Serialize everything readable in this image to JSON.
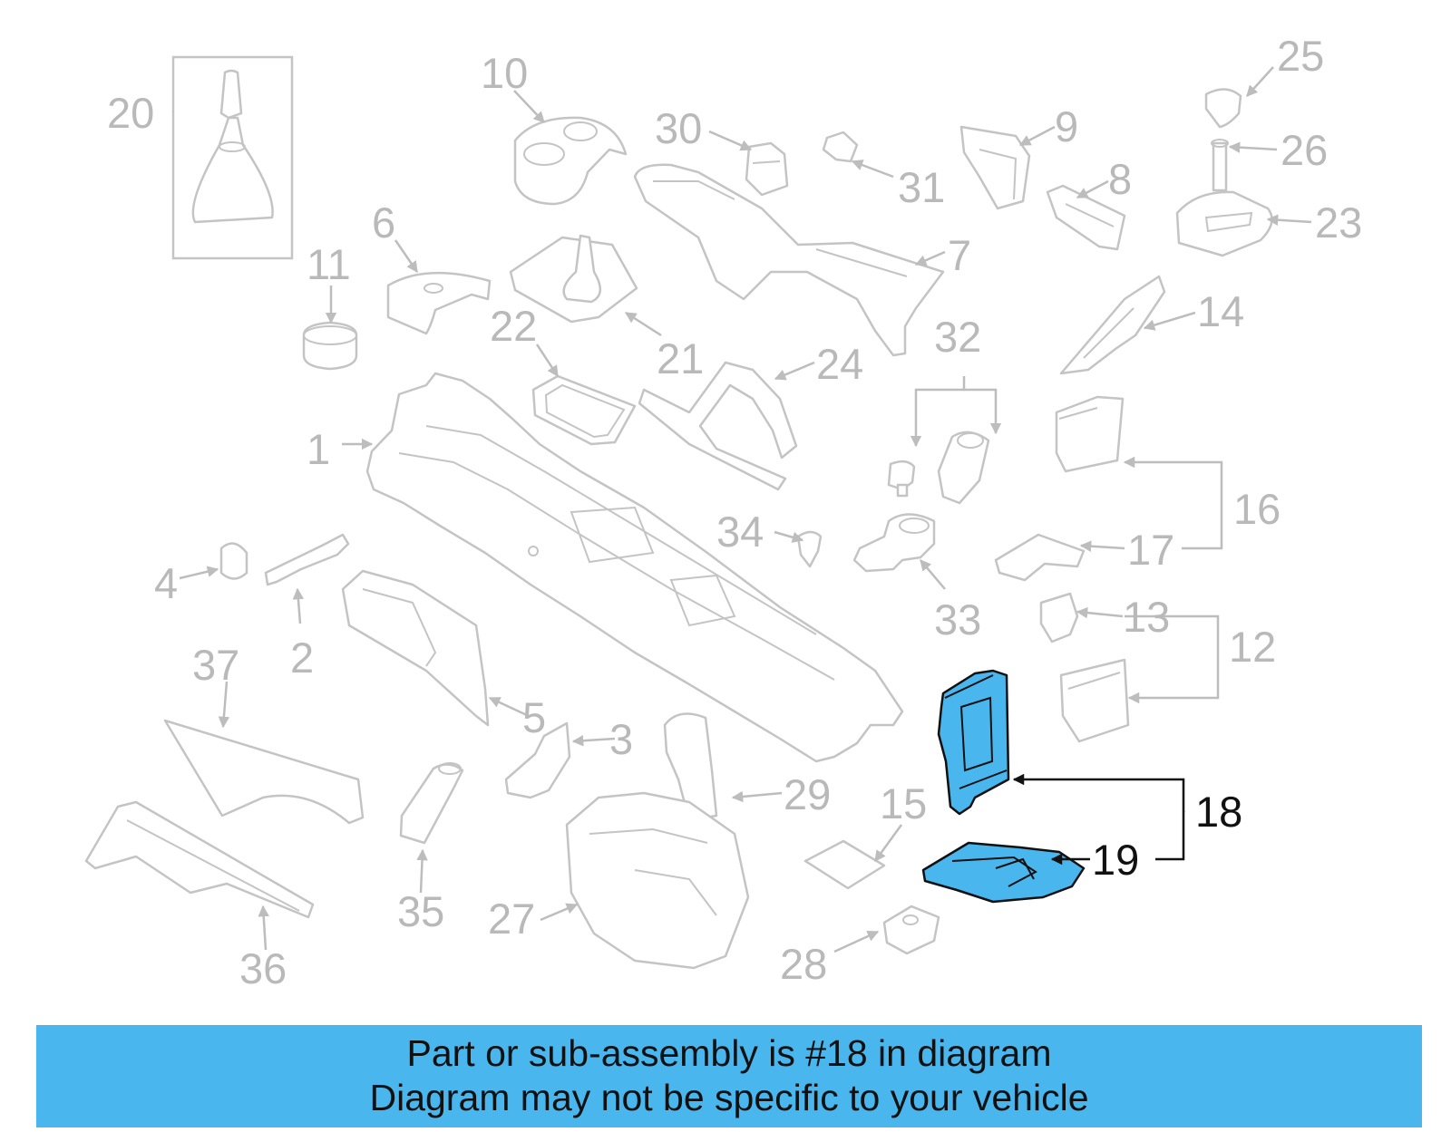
{
  "colors": {
    "highlight_fill": "#4ab6ee",
    "highlight_stroke": "#111111",
    "part_stroke": "#c4c4c4",
    "label_gray": "#b9b9b9",
    "banner_bg": "#4ab6ee"
  },
  "callouts": {
    "c1": "1",
    "c2": "2",
    "c3": "3",
    "c4": "4",
    "c5": "5",
    "c6": "6",
    "c7": "7",
    "c8": "8",
    "c9": "9",
    "c10": "10",
    "c11": "11",
    "c12": "12",
    "c13": "13",
    "c14": "14",
    "c15": "15",
    "c16": "16",
    "c17": "17",
    "c18": "18",
    "c19": "19",
    "c20": "20",
    "c21": "21",
    "c22": "22",
    "c23": "23",
    "c24": "24",
    "c25": "25",
    "c26": "26",
    "c27": "27",
    "c28": "28",
    "c29": "29",
    "c30": "30",
    "c31": "31",
    "c32": "32",
    "c33": "33",
    "c34": "34",
    "c35": "35",
    "c36": "36",
    "c37": "37"
  },
  "highlighted_parts": [
    "18",
    "19"
  ],
  "banner": {
    "line1": "Part or sub-assembly is #18 in diagram",
    "line2": "Diagram may not be specific to your vehicle"
  }
}
